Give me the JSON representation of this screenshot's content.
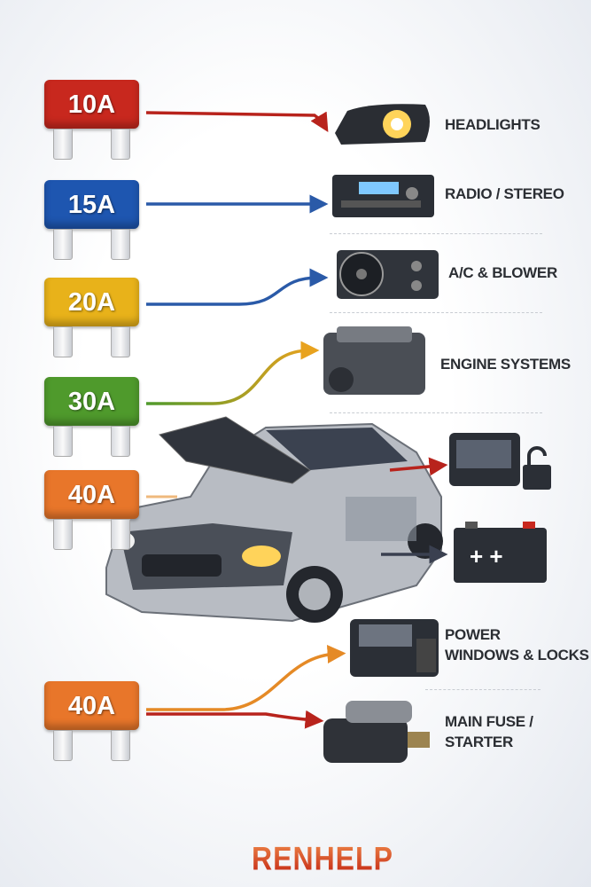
{
  "fuses": [
    {
      "label": "10A",
      "color": "#c8281e"
    },
    {
      "label": "15A",
      "color": "#1e56b0"
    },
    {
      "label": "20A",
      "color": "#e8b21a"
    },
    {
      "label": "30A",
      "color": "#4f9a2c"
    },
    {
      "label": "40A",
      "color": "#e8762a"
    },
    {
      "label": "40A",
      "color": "#e8762a"
    }
  ],
  "circuits": [
    {
      "label": "HEADLIGHTS",
      "icon": "headlight-icon"
    },
    {
      "label": "RADIO / STEREO",
      "icon": "radio-icon"
    },
    {
      "label": "A/C & BLOWER",
      "icon": "fan-icon"
    },
    {
      "label": "ENGINE SYSTEMS",
      "icon": "engine-icon"
    },
    {
      "label": "",
      "icon": "display-lock-icon"
    },
    {
      "label": "",
      "icon": "battery-icon"
    },
    {
      "label_line1": "POWER",
      "label_line2": "WINDOWS & LOCKS",
      "icon": "power-window-icon"
    },
    {
      "label_line1": "MAIN FUSE /",
      "label_line2": "STARTER",
      "icon": "starter-motor-icon"
    }
  ],
  "brand": "RENHELP"
}
